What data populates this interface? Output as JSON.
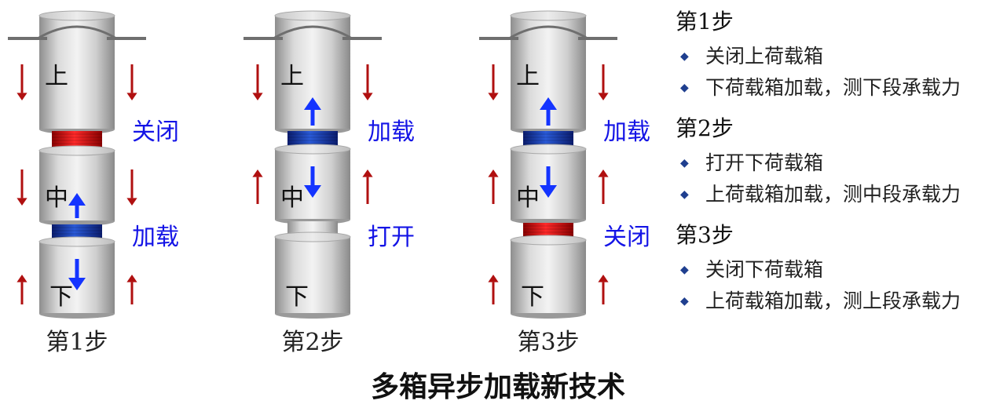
{
  "colors": {
    "blue_text": "#1414e6",
    "arrow_red": "#b01010",
    "arrow_blue": "#1434ff",
    "seal_red": "#d81414",
    "seal_blue": "#1840b8",
    "steel": "#d9d9d9",
    "bullet": "#1f3f8f"
  },
  "figure": {
    "panels": [
      {
        "caption": "第1步",
        "labels": {
          "top": "上",
          "middle": "中",
          "bottom": "下"
        },
        "states": {
          "upper": "关闭",
          "lower": "加载"
        }
      },
      {
        "caption": "第2步",
        "labels": {
          "top": "上",
          "middle": "中",
          "bottom": "下"
        },
        "states": {
          "upper": "加载",
          "lower": "打开"
        }
      },
      {
        "caption": "第3步",
        "labels": {
          "top": "上",
          "middle": "中",
          "bottom": "下"
        },
        "states": {
          "upper": "加载",
          "lower": "关闭"
        }
      }
    ]
  },
  "steps": [
    {
      "title": "第1步",
      "items": [
        "关闭上荷载箱",
        "下荷载箱加载，测下段承载力"
      ]
    },
    {
      "title": "第2步",
      "items": [
        "打开下荷载箱",
        "上荷载箱加载，测中段承载力"
      ]
    },
    {
      "title": "第3步",
      "items": [
        "关闭下荷载箱",
        "上荷载箱加载，测上段承载力"
      ]
    }
  ],
  "bullet_glyph": "◆",
  "main_title": "多箱异步加载新技术"
}
